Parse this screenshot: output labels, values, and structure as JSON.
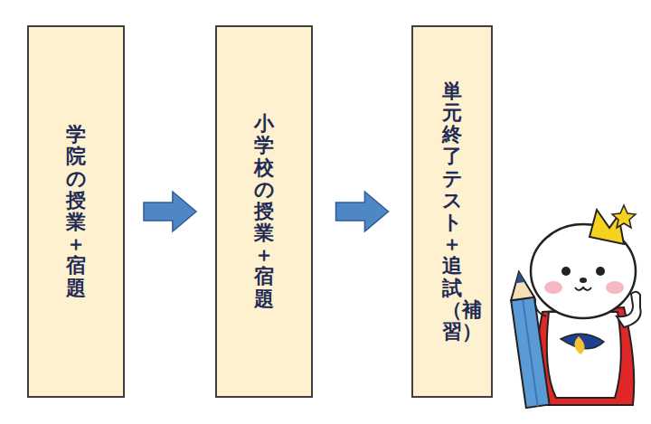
{
  "diagram": {
    "nodes": [
      {
        "text": [
          "学院の授業＋宿題"
        ]
      },
      {
        "text": [
          "小学校の授業＋宿題"
        ]
      },
      {
        "text": [
          "単元終了テスト＋追試（補習）"
        ]
      }
    ],
    "edges": [
      {
        "from": 0,
        "to": 1,
        "arrow": "to"
      },
      {
        "from": 1,
        "to": 2,
        "arrow": "to"
      }
    ]
  }
}
